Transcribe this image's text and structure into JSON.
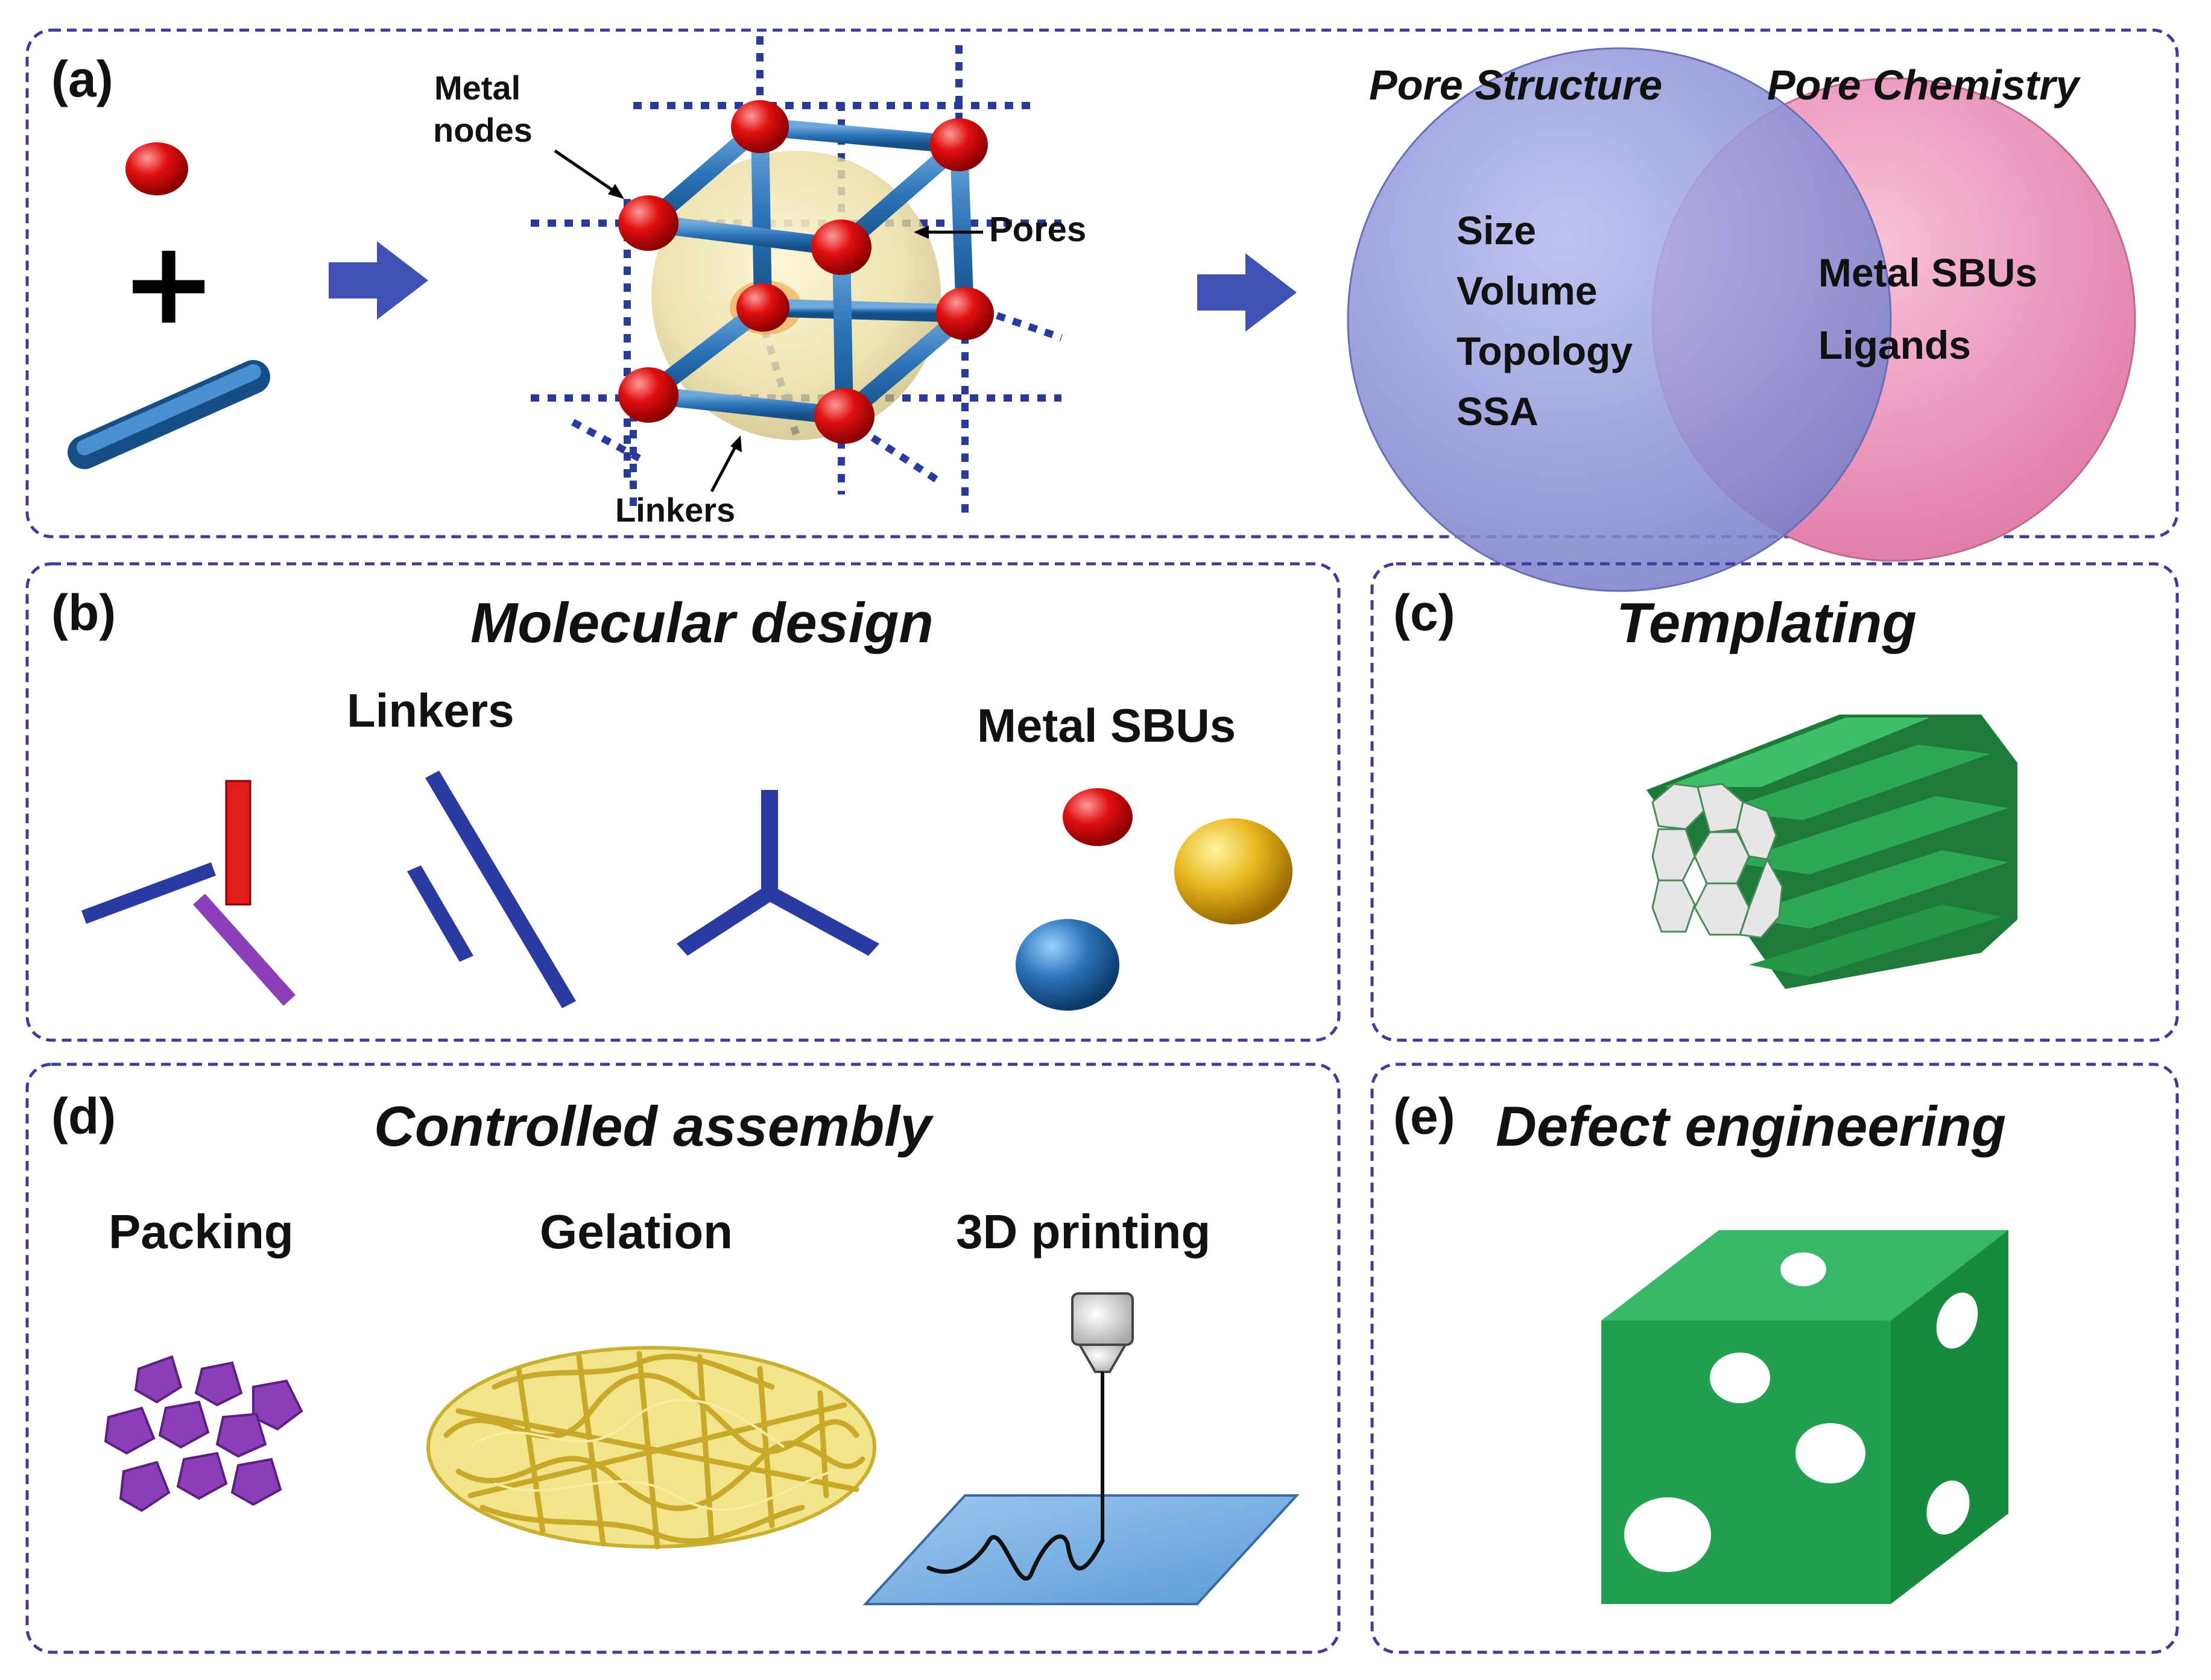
{
  "panels": {
    "a": {
      "tag": "(a)",
      "labels": {
        "metal": "Metal",
        "nodes": "nodes",
        "pores": "Pores",
        "linkers": "Linkers"
      },
      "venn": {
        "structure_title": "Pore Structure",
        "chemistry_title": "Pore Chemistry",
        "structure_items": [
          "Size",
          "Volume",
          "Topology",
          "SSA"
        ],
        "chemistry_items": [
          "Metal SBUs",
          "Ligands"
        ]
      }
    },
    "b": {
      "tag": "(b)",
      "title": "Molecular design",
      "linkers_label": "Linkers",
      "sbus_label": "Metal SBUs"
    },
    "c": {
      "tag": "(c)",
      "title": "Templating"
    },
    "d": {
      "tag": "(d)",
      "title": "Controlled assembly",
      "packing": "Packing",
      "gelation": "Gelation",
      "printing": "3D printing"
    },
    "e": {
      "tag": "(e)",
      "title": "Defect engineering"
    }
  },
  "colors": {
    "border": "#3c3c9a",
    "arrow": "#3f51b5",
    "linker_blue": "#2b73b8",
    "node_red": "#e01010",
    "circle_structure": "#8f93d6",
    "circle_chemistry": "#ee8fb8",
    "green": "#1f9a48",
    "purple": "#8a3fb8",
    "gold": "#e8c440"
  }
}
